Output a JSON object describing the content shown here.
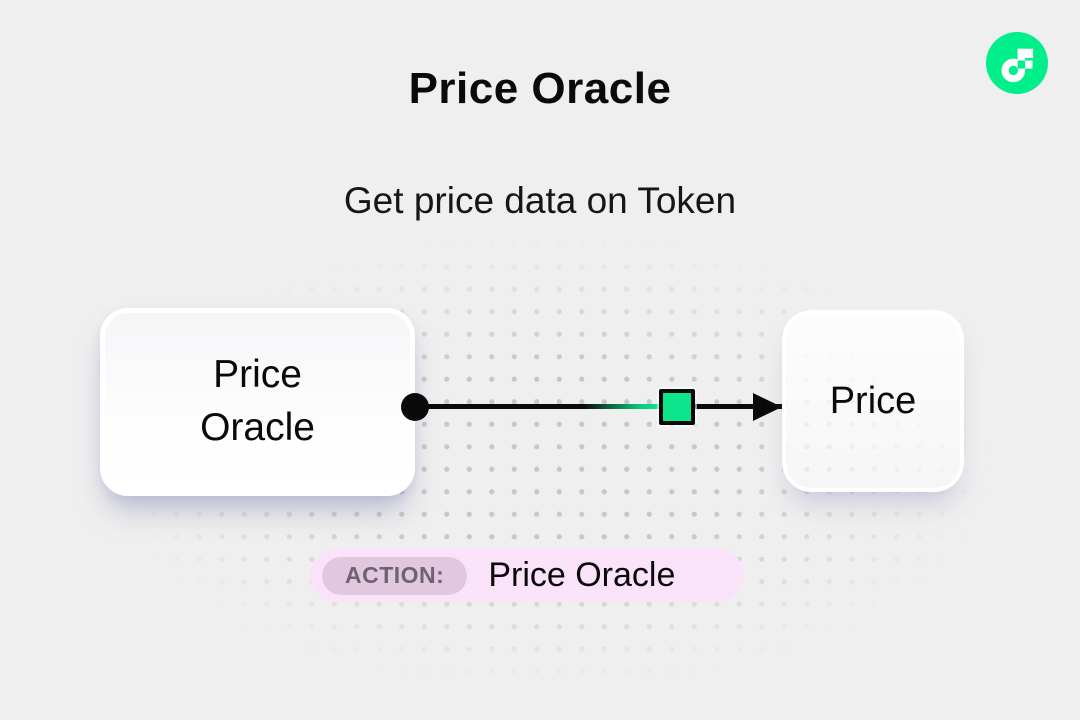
{
  "colors": {
    "page_background": "#EFEFEF",
    "brand_green": "#00EF8B",
    "marker_green": "#0CE58B",
    "ink": "#0A0A0A",
    "pill_pink": "#FAE2F8",
    "badge_mauve": "#E2C8DE",
    "badge_text": "#6F6370",
    "node_shadow": "rgba(112,112,172,0.38)"
  },
  "header": {
    "title": "Price Oracle",
    "subtitle": "Get price data on Token"
  },
  "logo": {
    "icon": "flow-logo"
  },
  "diagram": {
    "source_node": {
      "label": "Price\nOracle"
    },
    "target_node": {
      "label": "Price"
    },
    "connector": {
      "start": "dot",
      "end": "arrowhead",
      "marker": "green-square"
    }
  },
  "action_bar": {
    "badge_label": "ACTION:",
    "action_name": "Price Oracle"
  }
}
